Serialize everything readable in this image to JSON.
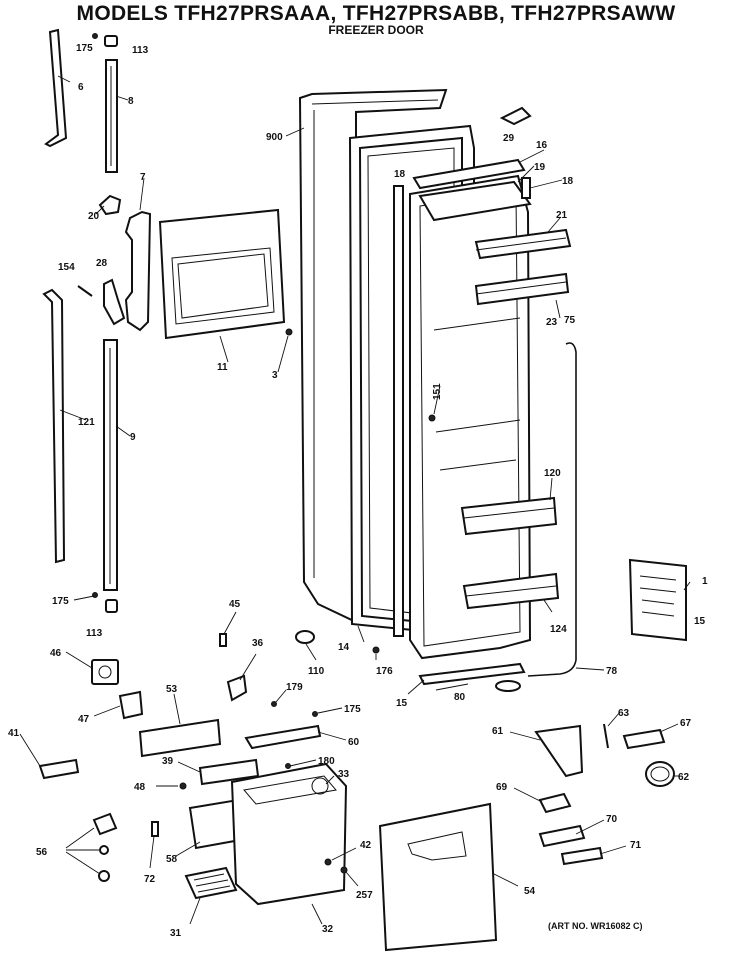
{
  "header": {
    "title": "MODELS TFH27PRSAAA, TFH27PRSABB, TFH27PRSAWW",
    "subtitle": "FREEZER DOOR"
  },
  "footer": {
    "art_no": "(ART NO. WR16082 C)"
  },
  "callouts": {
    "p175a": "175",
    "p113a": "113",
    "p6": "6",
    "p8": "8",
    "p900": "900",
    "p29": "29",
    "p16": "16",
    "p19": "19",
    "p18a": "18",
    "p18b": "18",
    "p7": "7",
    "p20": "20",
    "p21": "21",
    "p154": "154",
    "p28": "28",
    "p23": "23",
    "p75": "75",
    "p11": "11",
    "p3": "3",
    "p121": "121",
    "p9": "9",
    "p151": "151",
    "p120": "120",
    "p175b": "175",
    "p113b": "113",
    "p1": "1",
    "p15a": "15",
    "p45": "45",
    "p124": "124",
    "p46": "46",
    "p36": "36",
    "p14": "14",
    "p110": "110",
    "p176": "176",
    "p78": "78",
    "p179": "179",
    "p53": "53",
    "p47": "47",
    "p80": "80",
    "p15b": "15",
    "p175c": "175",
    "p63": "63",
    "p67": "67",
    "p41": "41",
    "p61": "61",
    "p60": "60",
    "p39": "39",
    "p180": "180",
    "p33": "33",
    "p48": "48",
    "p62": "62",
    "p69": "69",
    "p70": "70",
    "p56": "56",
    "p42": "42",
    "p71": "71",
    "p58": "58",
    "p72": "72",
    "p257": "257",
    "p54": "54",
    "p31": "31",
    "p32": "32"
  }
}
